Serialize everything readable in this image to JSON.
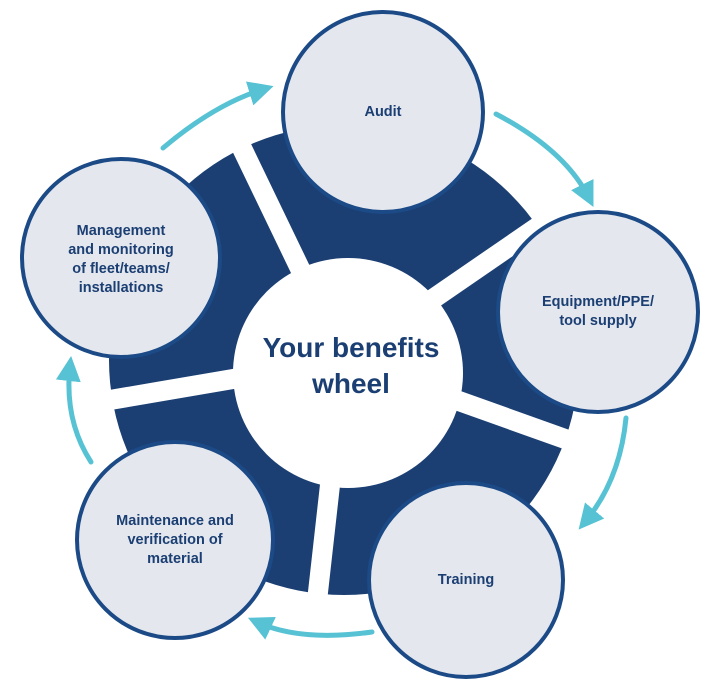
{
  "center": {
    "line1": "Your benefits",
    "line2": "wheel"
  },
  "nodes": [
    {
      "id": "audit",
      "lines": [
        "Audit"
      ]
    },
    {
      "id": "equipment",
      "lines": [
        "Equipment/PPE/",
        "tool supply"
      ]
    },
    {
      "id": "training",
      "lines": [
        "Training"
      ]
    },
    {
      "id": "maintenance",
      "lines": [
        "Maintenance and",
        "verification of",
        "material"
      ]
    },
    {
      "id": "management",
      "lines": [
        "Management",
        "and monitoring",
        "of fleet/teams/",
        "installations"
      ]
    }
  ],
  "colors": {
    "ring": "#1b3f73",
    "circle_fill": "#e4e7ee",
    "circle_stroke": "#1b4a86",
    "arrow": "#56c2d3",
    "text": "#1b3f73"
  }
}
